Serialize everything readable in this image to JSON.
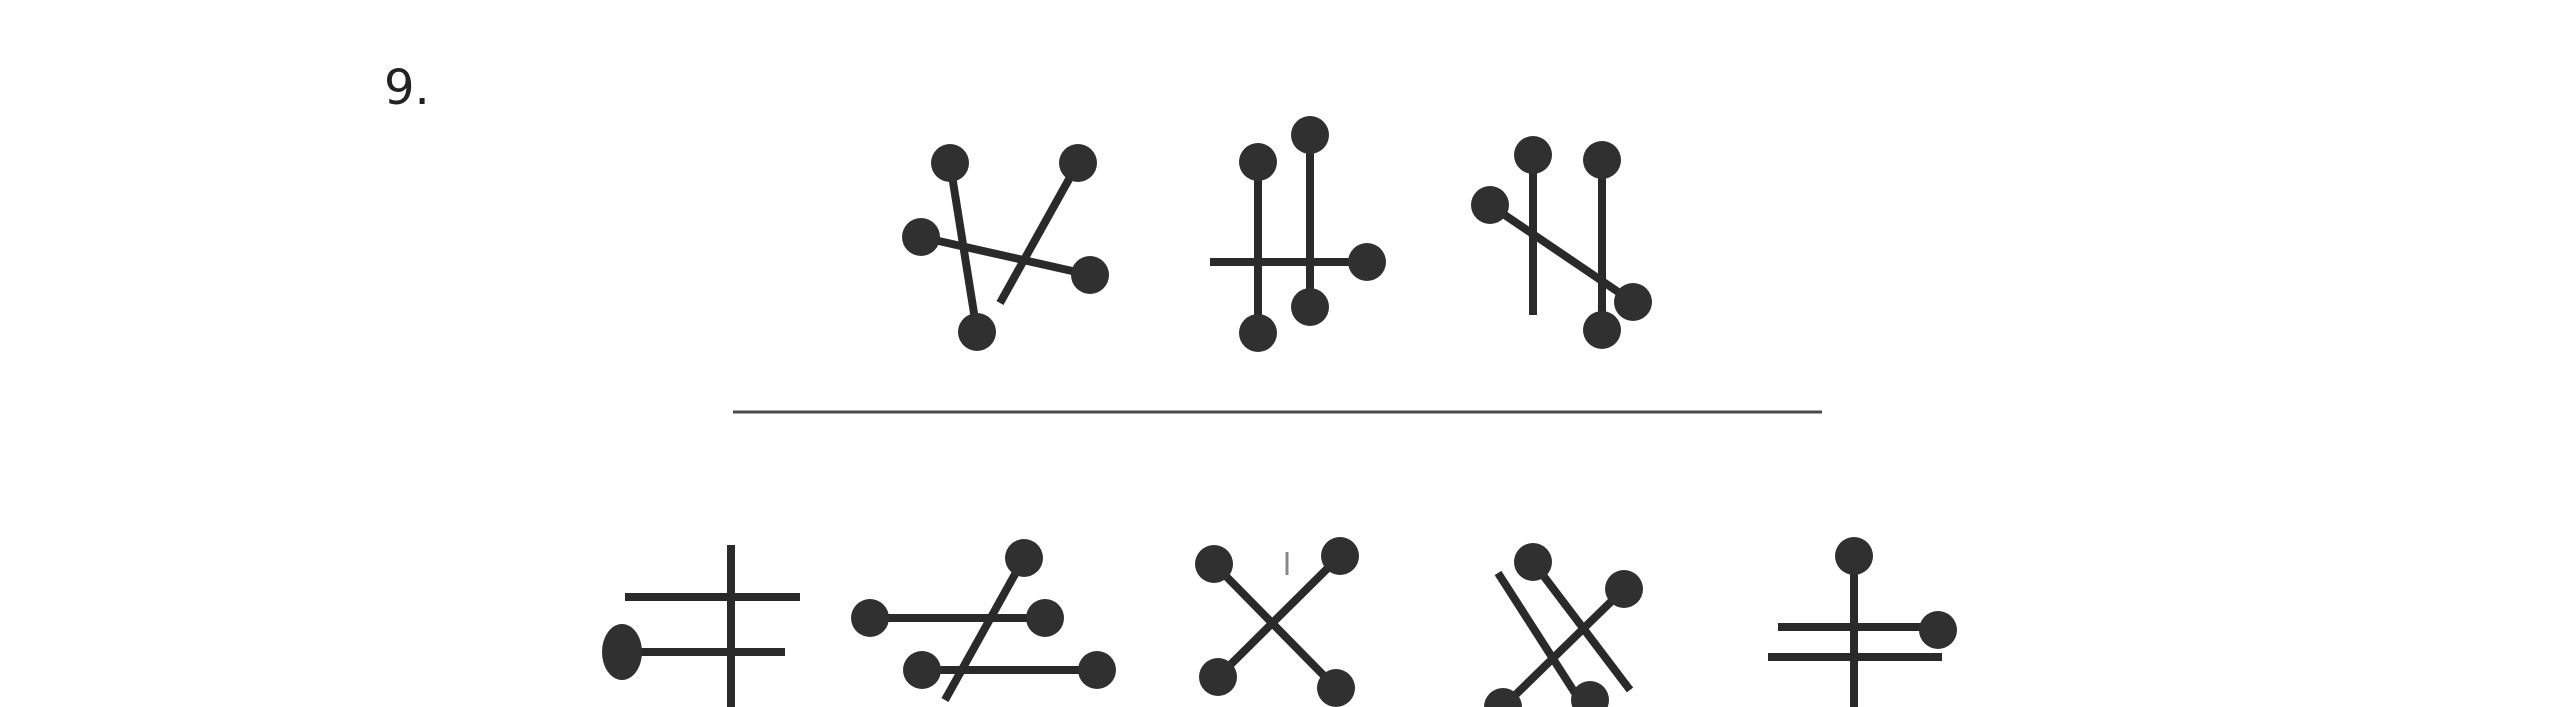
{
  "question": {
    "number": "9."
  },
  "figures": {
    "stroke_color": "#2a2a2a",
    "knob_color": "#303030",
    "divider_color": "#4a4a4a"
  },
  "groups": {
    "question_figures": {
      "count": 3
    },
    "answer_options": {
      "count": 5
    }
  }
}
